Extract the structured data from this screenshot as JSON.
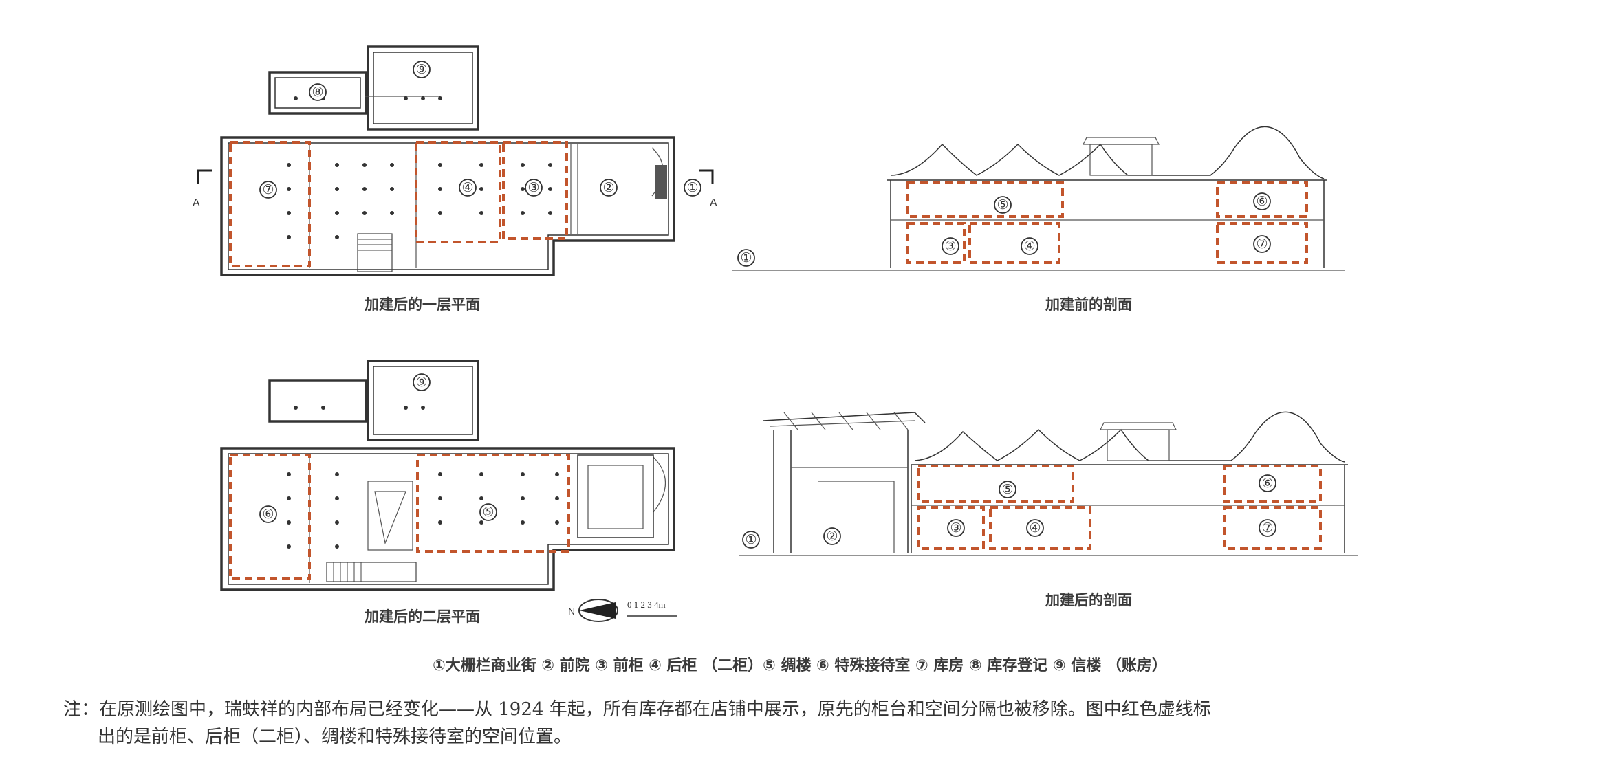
{
  "captions": {
    "plan_first_floor": "加建后的一层平面",
    "section_before": "加建前的剖面",
    "plan_second_floor": "加建后的二层平面",
    "section_after": "加建后的剖面"
  },
  "section_marker": "A",
  "scale_bar": "0 1 2 3 4m",
  "north_label": "N",
  "legend": "①大栅栏商业街 ② 前院 ③ 前柜 ④ 后柜 （二柜）⑤ 绸楼 ⑥ 特殊接待室 ⑦ 库房 ⑧ 库存登记 ⑨ 信楼 （账房）",
  "note": {
    "line1": "注：在原测绘图中，瑞蚨祥的内部布局已经变化——从 1924 年起，所有库存都在店铺中展示，原先的柜台和空间分隔也被移除。图中红色虚线标",
    "line2": "出的是前柜、后柜（二柜）、绸楼和特殊接待室的空间位置。"
  },
  "labels": {
    "n1": "①",
    "n2": "②",
    "n3": "③",
    "n4": "④",
    "n5": "⑤",
    "n6": "⑥",
    "n7": "⑦",
    "n8": "⑧",
    "n9": "⑨"
  },
  "colors": {
    "dashed_outline": "#c2552c",
    "line": "#333333"
  }
}
